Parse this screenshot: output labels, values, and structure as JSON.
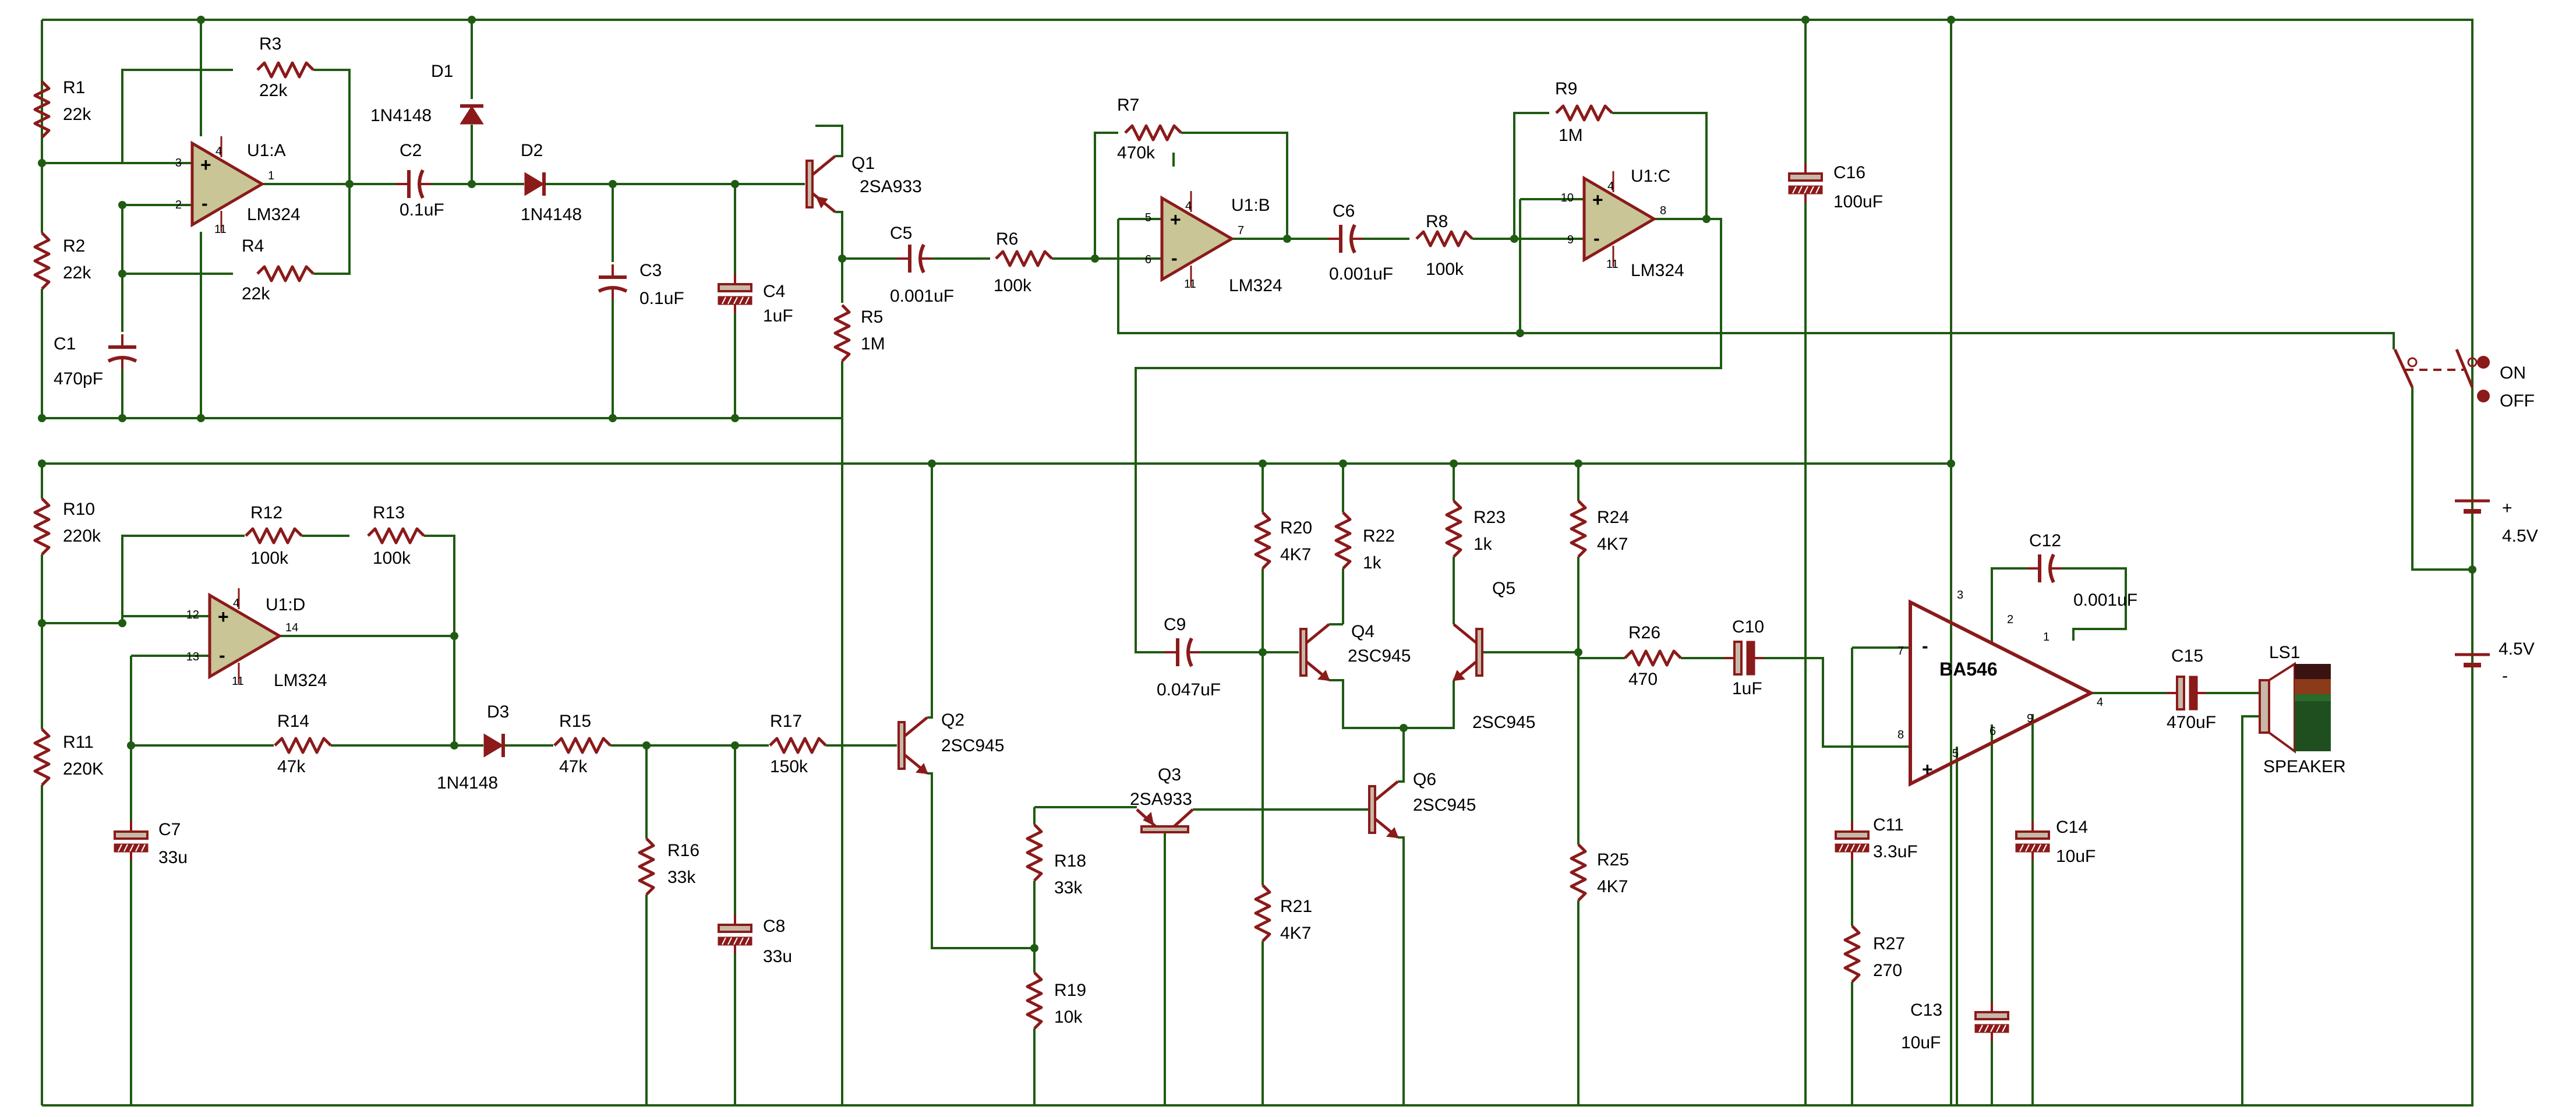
{
  "colors": {
    "wire": "#1f5b12",
    "component": "#8b1a1a",
    "opamp_fill": "#c9c596",
    "cap_fill": "#c7b9a8",
    "junction": "#1f5b12",
    "switch_dot": "#8b1a1a",
    "speaker_colors": [
      "#3a1410",
      "#8b3a1a",
      "#2a6a2a",
      "#1f4f1f"
    ]
  },
  "components": [
    {
      "ref": "R1",
      "value": "22k",
      "type": "resistor"
    },
    {
      "ref": "R2",
      "value": "22k",
      "type": "resistor"
    },
    {
      "ref": "R3",
      "value": "22k",
      "type": "resistor"
    },
    {
      "ref": "R4",
      "value": "22k",
      "type": "resistor"
    },
    {
      "ref": "R5",
      "value": "1M",
      "type": "resistor"
    },
    {
      "ref": "R6",
      "value": "100k",
      "type": "resistor"
    },
    {
      "ref": "R7",
      "value": "470k",
      "type": "resistor"
    },
    {
      "ref": "R8",
      "value": "100k",
      "type": "resistor"
    },
    {
      "ref": "R9",
      "value": "1M",
      "type": "resistor"
    },
    {
      "ref": "R10",
      "value": "220k",
      "type": "resistor"
    },
    {
      "ref": "R11",
      "value": "220K",
      "type": "resistor"
    },
    {
      "ref": "R12",
      "value": "100k",
      "type": "resistor"
    },
    {
      "ref": "R13",
      "value": "100k",
      "type": "resistor"
    },
    {
      "ref": "R14",
      "value": "47k",
      "type": "resistor"
    },
    {
      "ref": "R15",
      "value": "47k",
      "type": "resistor"
    },
    {
      "ref": "R16",
      "value": "33k",
      "type": "resistor"
    },
    {
      "ref": "R17",
      "value": "150k",
      "type": "resistor"
    },
    {
      "ref": "R18",
      "value": "33k",
      "type": "resistor"
    },
    {
      "ref": "R19",
      "value": "10k",
      "type": "resistor"
    },
    {
      "ref": "R20",
      "value": "4K7",
      "type": "resistor"
    },
    {
      "ref": "R21",
      "value": "4K7",
      "type": "resistor"
    },
    {
      "ref": "R22",
      "value": "1k",
      "type": "resistor"
    },
    {
      "ref": "R23",
      "value": "1k",
      "type": "resistor"
    },
    {
      "ref": "R24",
      "value": "4K7",
      "type": "resistor"
    },
    {
      "ref": "R25",
      "value": "4K7",
      "type": "resistor"
    },
    {
      "ref": "R26",
      "value": "470",
      "type": "resistor"
    },
    {
      "ref": "R27",
      "value": "270",
      "type": "resistor"
    },
    {
      "ref": "C1",
      "value": "470pF",
      "type": "capacitor"
    },
    {
      "ref": "C2",
      "value": "0.1uF",
      "type": "capacitor"
    },
    {
      "ref": "C3",
      "value": "0.1uF",
      "type": "capacitor"
    },
    {
      "ref": "C4",
      "value": "1uF",
      "type": "electrolytic"
    },
    {
      "ref": "C5",
      "value": "0.001uF",
      "type": "capacitor"
    },
    {
      "ref": "C6",
      "value": "0.001uF",
      "type": "capacitor"
    },
    {
      "ref": "C7",
      "value": "33u",
      "type": "electrolytic"
    },
    {
      "ref": "C8",
      "value": "33u",
      "type": "electrolytic"
    },
    {
      "ref": "C9",
      "value": "0.047uF",
      "type": "capacitor"
    },
    {
      "ref": "C10",
      "value": "1uF",
      "type": "electrolytic"
    },
    {
      "ref": "C11",
      "value": "3.3uF",
      "type": "electrolytic"
    },
    {
      "ref": "C12",
      "value": "0.001uF",
      "type": "capacitor"
    },
    {
      "ref": "C13",
      "value": "10uF",
      "type": "electrolytic"
    },
    {
      "ref": "C14",
      "value": "10uF",
      "type": "electrolytic"
    },
    {
      "ref": "C15",
      "value": "470uF",
      "type": "electrolytic"
    },
    {
      "ref": "C16",
      "value": "100uF",
      "type": "electrolytic"
    },
    {
      "ref": "D1",
      "value": "1N4148",
      "type": "diode"
    },
    {
      "ref": "D2",
      "value": "1N4148",
      "type": "diode"
    },
    {
      "ref": "D3",
      "value": "1N4148",
      "type": "diode"
    },
    {
      "ref": "Q1",
      "value": "2SA933",
      "type": "pnp"
    },
    {
      "ref": "Q2",
      "value": "2SC945",
      "type": "npn"
    },
    {
      "ref": "Q3",
      "value": "2SA933",
      "type": "pnp"
    },
    {
      "ref": "Q4",
      "value": "2SC945",
      "type": "npn"
    },
    {
      "ref": "Q5",
      "value": "2SC945",
      "type": "npn"
    },
    {
      "ref": "Q6",
      "value": "2SC945",
      "type": "npn"
    },
    {
      "ref": "U1:A",
      "value": "LM324",
      "type": "opamp"
    },
    {
      "ref": "U1:B",
      "value": "LM324",
      "type": "opamp"
    },
    {
      "ref": "U1:C",
      "value": "LM324",
      "type": "opamp"
    },
    {
      "ref": "U1:D",
      "value": "LM324",
      "type": "opamp"
    },
    {
      "ref": "BA546",
      "value": "",
      "type": "amplifier"
    },
    {
      "ref": "LS1",
      "value": "SPEAKER",
      "type": "speaker"
    }
  ],
  "switch": {
    "on_label": "ON",
    "off_label": "OFF"
  },
  "battery": {
    "upper_label": "4.5V",
    "lower_label": "4.5V",
    "plus": "+",
    "minus": "-"
  },
  "opamp_pins": {
    "u1a": {
      "noninv": "3",
      "inv": "2",
      "out": "1",
      "vplus": "4",
      "vminus": "11"
    },
    "u1b": {
      "noninv": "5",
      "inv": "6",
      "out": "7",
      "vplus": "4",
      "vminus": "11"
    },
    "u1c": {
      "noninv": "10",
      "inv": "9",
      "out": "8",
      "vplus": "4",
      "vminus": "11"
    },
    "u1d": {
      "noninv": "12",
      "inv": "13",
      "out": "14",
      "vplus": "4",
      "vminus": "11"
    }
  },
  "opamp_signs": {
    "plus": "+",
    "minus": "-"
  },
  "ba546_pins": [
    "3",
    "2",
    "1",
    "4",
    "9",
    "6",
    "5",
    "8",
    "7"
  ]
}
